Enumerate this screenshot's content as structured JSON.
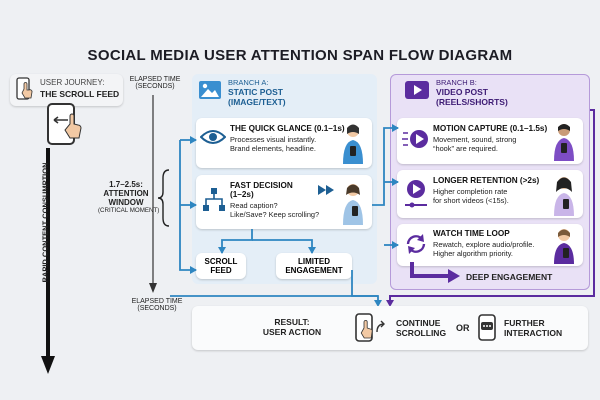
{
  "title": "SOCIAL MEDIA USER ATTENTION SPAN FLOW DIAGRAM",
  "journey": {
    "line1": "USER JOURNEY:",
    "line2": "THE SCROLL FEED"
  },
  "elapsed_time": {
    "line1": "ELAPSED TIME",
    "line2": "(SECONDS)"
  },
  "rapid_consumption": "RAPID CONTENT CONSUMPTION",
  "attention_window": {
    "line1": "1.7–2.5s:",
    "line2": "ATTENTION",
    "line3": "WINDOW",
    "line4": "(CRITICAL MOMENT)"
  },
  "branch_a": {
    "line1": "BRANCH A:",
    "line2": "STATIC POST",
    "line3": "(IMAGE/TEXT)",
    "cards": [
      {
        "title": "THE QUICK GLANCE (0.1–1s)",
        "desc1": "Processes visual instantly.",
        "desc2": "Brand elements, headline.",
        "desc3": ""
      },
      {
        "title": "FAST DECISION",
        "title2": "(1–2s)",
        "desc1": "Read caption?",
        "desc2": "Like/Save? Keep scrolling?",
        "desc3": ""
      }
    ],
    "scroll_feed": {
      "line1": "SCROLL",
      "line2": "FEED"
    },
    "limited_engagement": {
      "line1": "LIMITED",
      "line2": "ENGAGEMENT"
    }
  },
  "branch_b": {
    "line1": "BRANCH B:",
    "line2": "VIDEO POST",
    "line3": "(REELS/SHORTS)",
    "cards": [
      {
        "title": "MOTION CAPTURE (0.1–1.5s)",
        "desc1": "Movement, sound, strong",
        "desc2": "“hook” are required."
      },
      {
        "title": "LONGER RETENTION (>2s)",
        "desc1": "Higher completion rate",
        "desc2": "for short videos (<15s)."
      },
      {
        "title": "WATCH TIME LOOP",
        "desc1": "Rewatch, explore audio/profile.",
        "desc2": "Higher algorithm priority."
      }
    ],
    "deep_engagement": "DEEP ENGAGEMENT"
  },
  "result": {
    "line1": "RESULT:",
    "line2": "USER ACTION",
    "continue1": "CONTINUE",
    "continue2": "SCROLLING",
    "or": "OR",
    "further1": "FURTHER",
    "further2": "INTERACTION"
  },
  "colors": {
    "blue": "#2e86c1",
    "purple": "#5b2c9f",
    "purple_light": "#e8dff6",
    "blue_light": "#e2eef8"
  }
}
